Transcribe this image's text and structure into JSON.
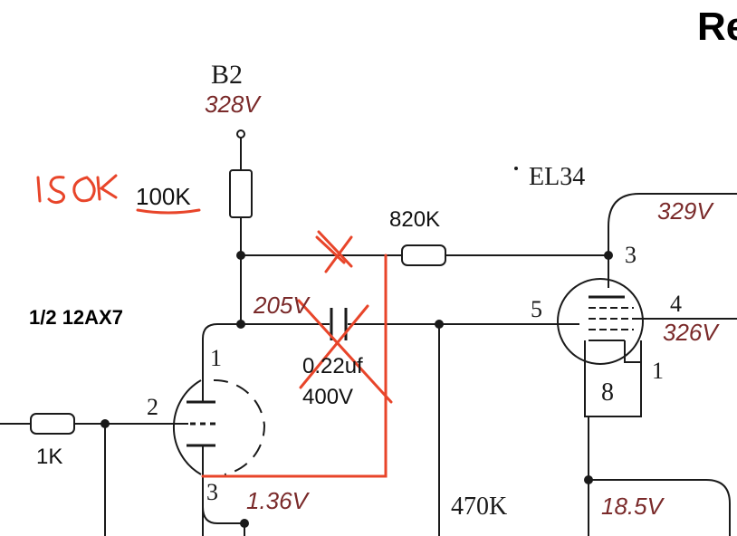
{
  "title_fragment": "Re",
  "colors": {
    "ink": "#1a1a1a",
    "voltage": "#7a2a2a",
    "markup": "#e8452a"
  },
  "labels": {
    "b2": "B2",
    "el34": "EL34",
    "tube_12ax7": "1/2 12AX7",
    "r_plate": "100K",
    "r_plate_mod": "150K",
    "r_coupling": "820K",
    "cap_value": "0.22uf",
    "cap_voltage": "400V",
    "r_grid": "1K",
    "r_bias": "470K",
    "pin_1": "1",
    "pin_2": "2",
    "pin_3": "3",
    "el_pin_3": "3",
    "el_pin_4": "4",
    "el_pin_5": "5",
    "el_pin_1": "1",
    "el_pin_8": "8"
  },
  "voltages": {
    "b2": "328V",
    "plate_12ax7": "205V",
    "cathode_12ax7": "1.36V",
    "el34_plate": "329V",
    "el34_screen": "326V",
    "el34_cathode": "18.5V"
  }
}
